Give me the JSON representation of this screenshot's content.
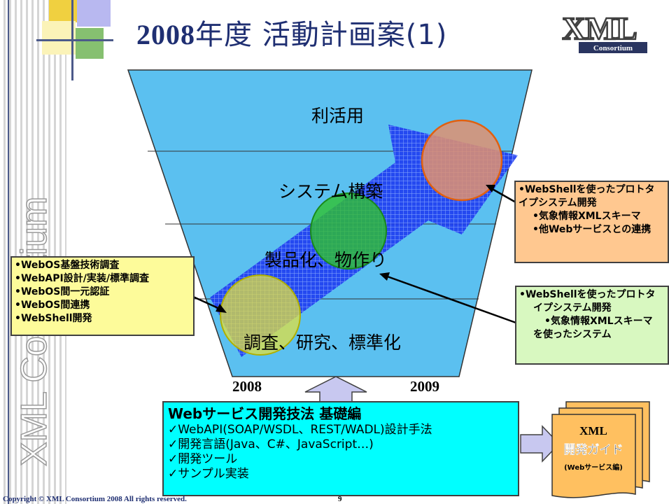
{
  "slide": {
    "title_num": "2008",
    "title_text": "年度 活動計画案",
    "title_suffix": "(1)",
    "side_watermark": "XML Consortium",
    "logo_text": "XML",
    "logo_sub": "Consortium",
    "page_number": "9",
    "copyright": "Copyright © XML Consortium 2008 All rights reserved."
  },
  "funnel": {
    "layers": [
      "利活用",
      "システム構築",
      "製品化、物作り",
      "調査、研究、標準化"
    ],
    "year_start": "2008",
    "year_end": "2009"
  },
  "notes": {
    "left": [
      "•WebOS基盤技術調査",
      "•WebAPI設計/実装/標準調査",
      "•WebOS間一元認証",
      "•WebOS間連携",
      "•WebShell開発"
    ],
    "right1": [
      "•WebShellを使ったプロトタ",
      "イプシステム開発",
      "•気象情報XMLスキーマ",
      "•他Webサービスとの連携"
    ],
    "right2": [
      "•WebShellを使ったプロトタ",
      "イプシステム開発",
      "•気象情報XMLスキーマ",
      "を使ったシステム"
    ]
  },
  "guide": {
    "heading": "Webサービス開発技法 基礎編",
    "items": [
      "✓WebAPI(SOAP/WSDL、REST/WADL)設計手法",
      "✓開発言語(Java、C#、JavaScript…)",
      "✓開発ツール",
      "✓サンプル実装"
    ]
  },
  "book": {
    "line1": "XML",
    "line2": "開発ガイド",
    "line3": "(Webサービス編)"
  },
  "colors": {
    "title": "#1f2f72",
    "funnel": "#5bc0f0",
    "arrow": "#1e3cf0",
    "circle_yellow": "#e0e040",
    "circle_green": "#30c030",
    "circle_orange": "#e09070",
    "guide_box": "#00ffff"
  }
}
